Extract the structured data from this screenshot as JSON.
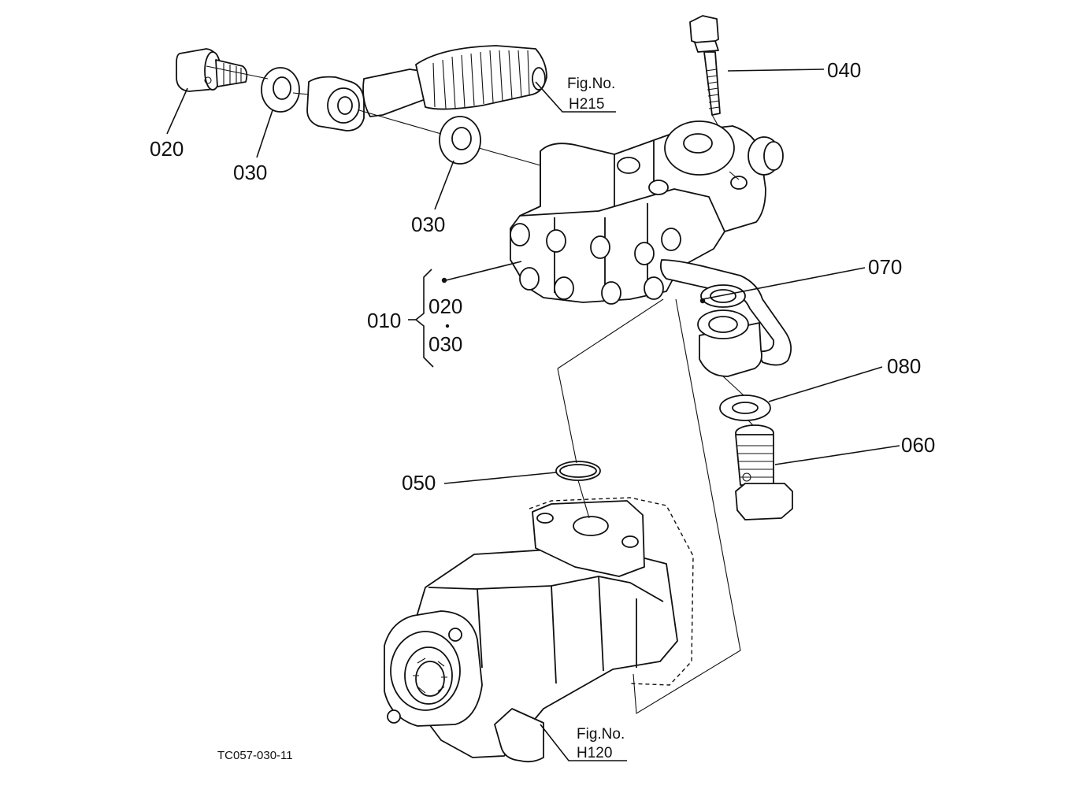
{
  "figure_refs": {
    "top": {
      "caption": "Fig.No.",
      "number": "H215"
    },
    "bottom": {
      "caption": "Fig.No.",
      "number": "H120"
    }
  },
  "callouts": {
    "c020_top": "020",
    "c030_left": "030",
    "c030_mid": "030",
    "c040": "040",
    "c070": "070",
    "c080": "080",
    "c060": "060",
    "c050": "050",
    "c010": "010",
    "c010_sub1": "020",
    "c010_sub2": "030"
  },
  "drawing_number": "TC057-030-11"
}
